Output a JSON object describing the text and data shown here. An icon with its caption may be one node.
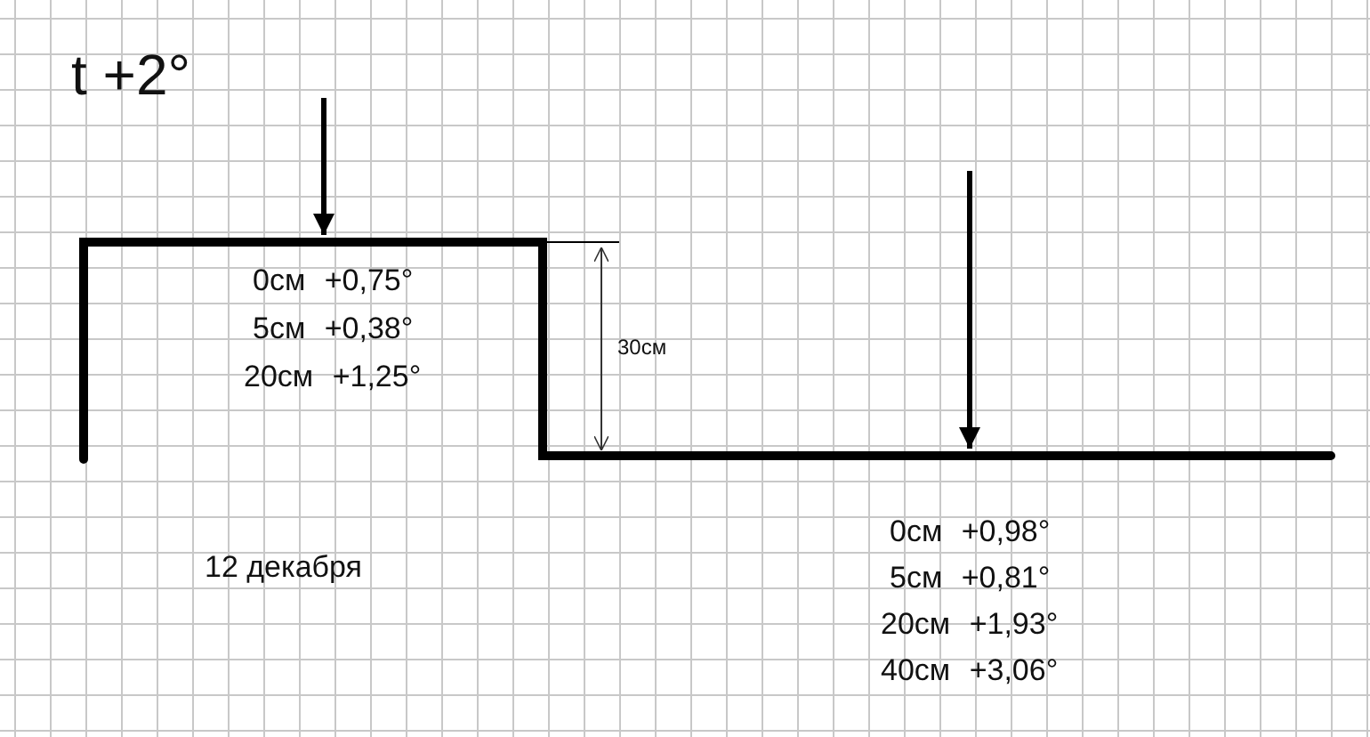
{
  "diagram": {
    "labels": [
      "t +2°",
      "0см +0,75°",
      "5см +0,38°",
      "20см +1,25°",
      "30см",
      "12 декабря",
      "0см +0,98°",
      "5см +0,81°",
      "20см +1,93°",
      "40см +3,06°"
    ]
  }
}
